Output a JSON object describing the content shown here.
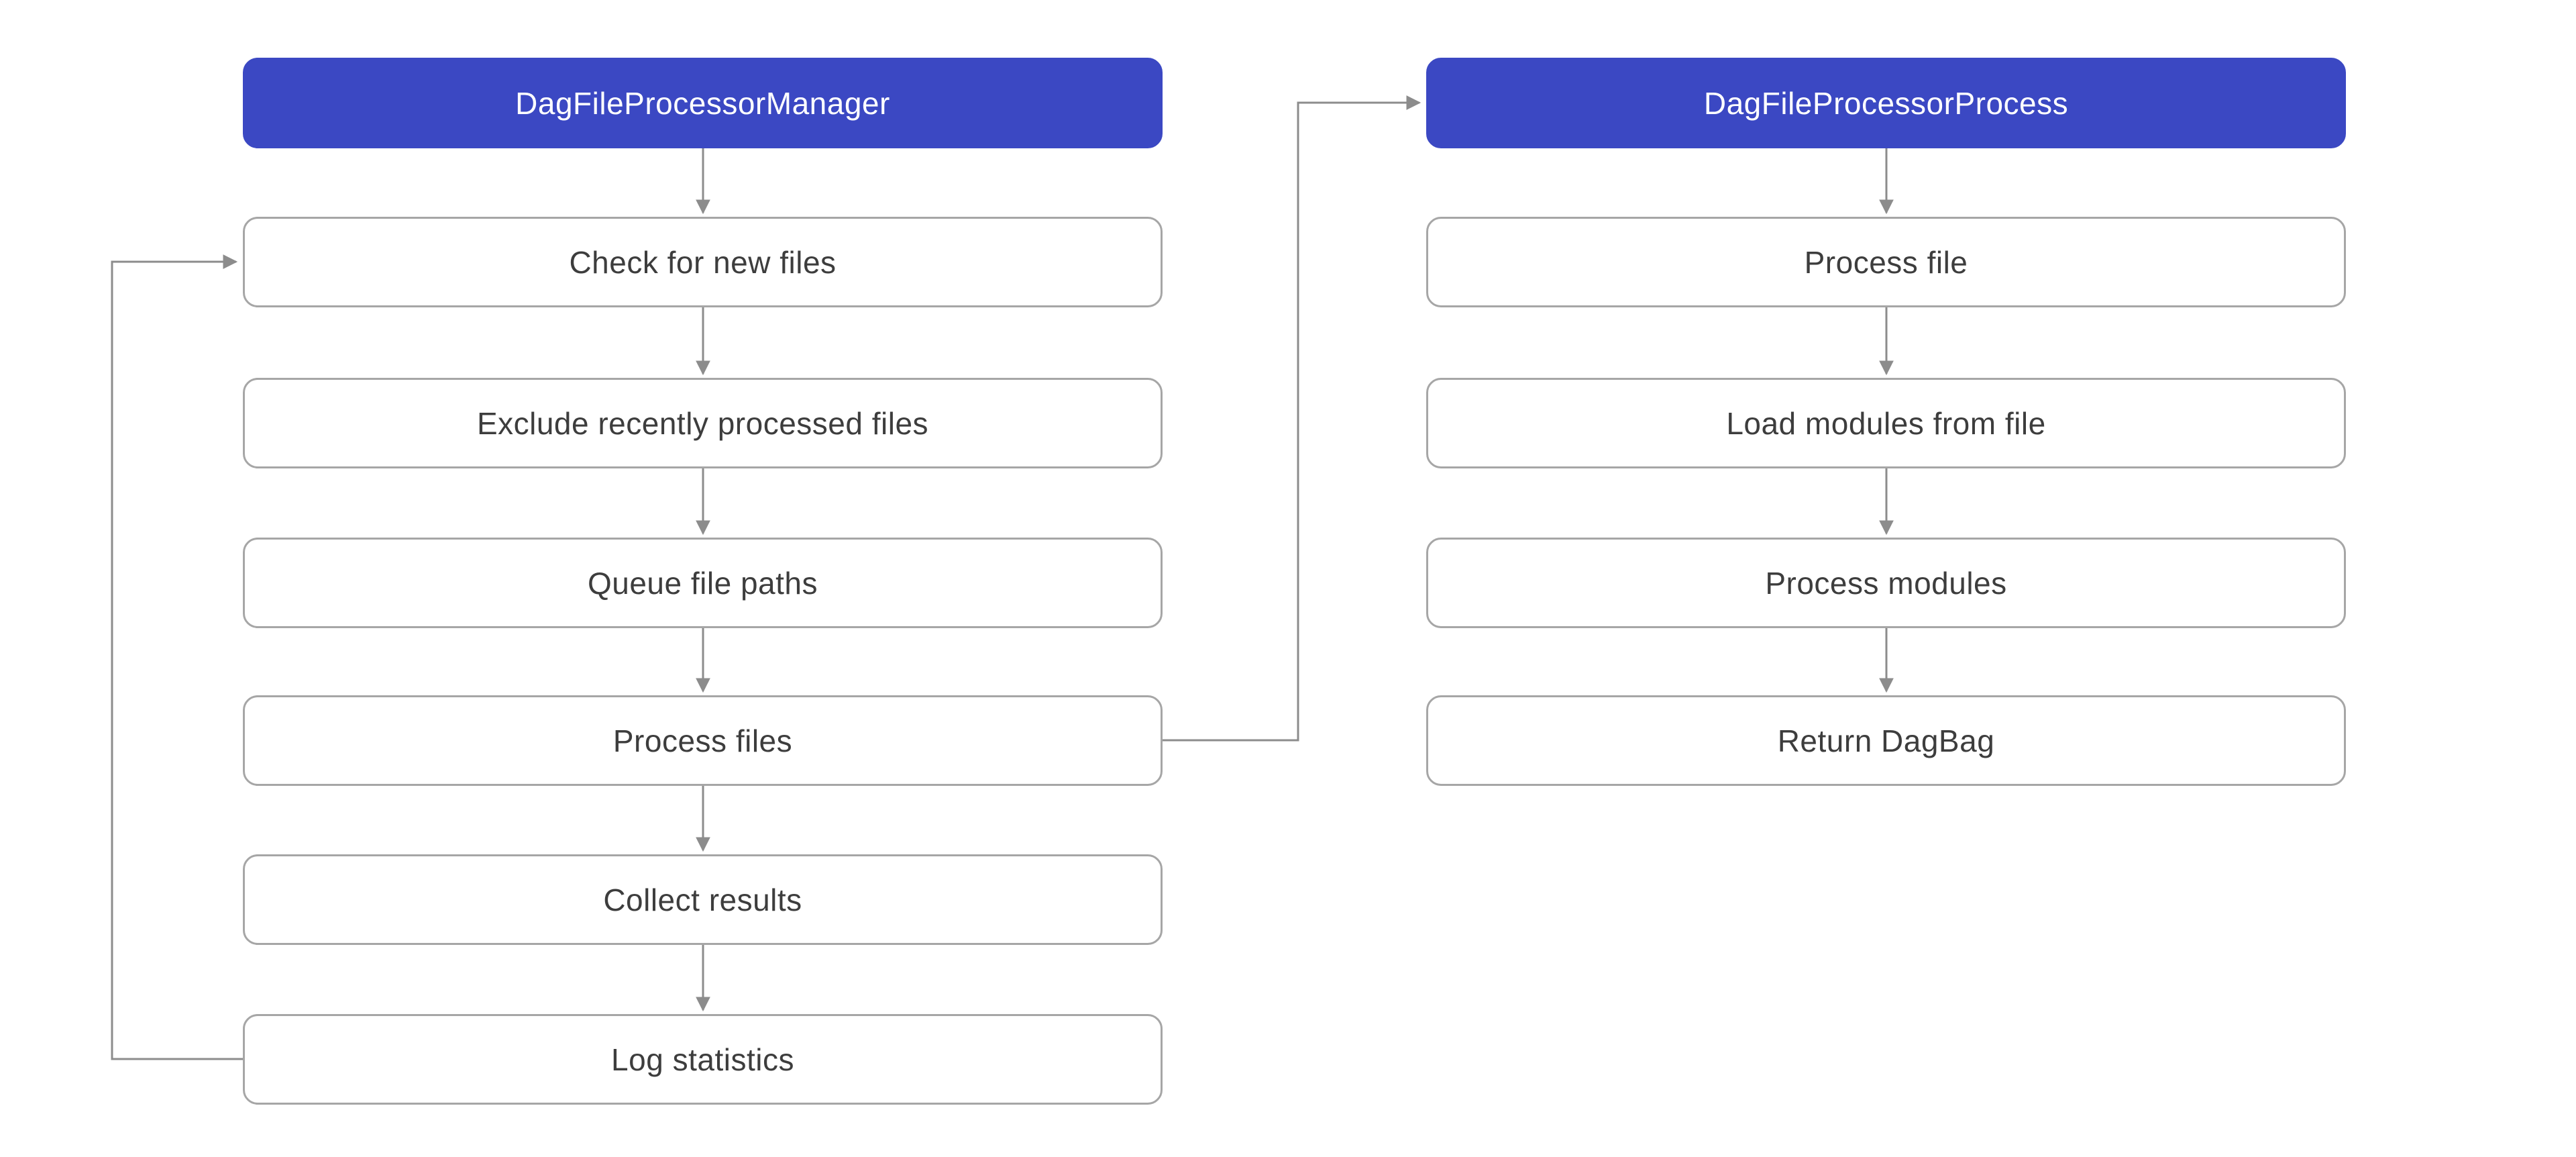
{
  "diagram": {
    "left": {
      "title": "DagFileProcessorManager",
      "steps": [
        "Check for new files",
        "Exclude recently processed files",
        "Queue file paths",
        "Process files",
        "Collect results",
        "Log statistics"
      ]
    },
    "right": {
      "title": "DagFileProcessorProcess",
      "steps": [
        "Process file",
        "Load modules from file",
        "Process modules",
        "Return DagBag"
      ]
    },
    "colors": {
      "header_bg": "#3b48c3",
      "header_text": "#ffffff",
      "box_border": "#a6a6a6",
      "box_text": "#3d3d3d",
      "arrow": "#8c8c8c",
      "background": "#ffffff"
    }
  }
}
